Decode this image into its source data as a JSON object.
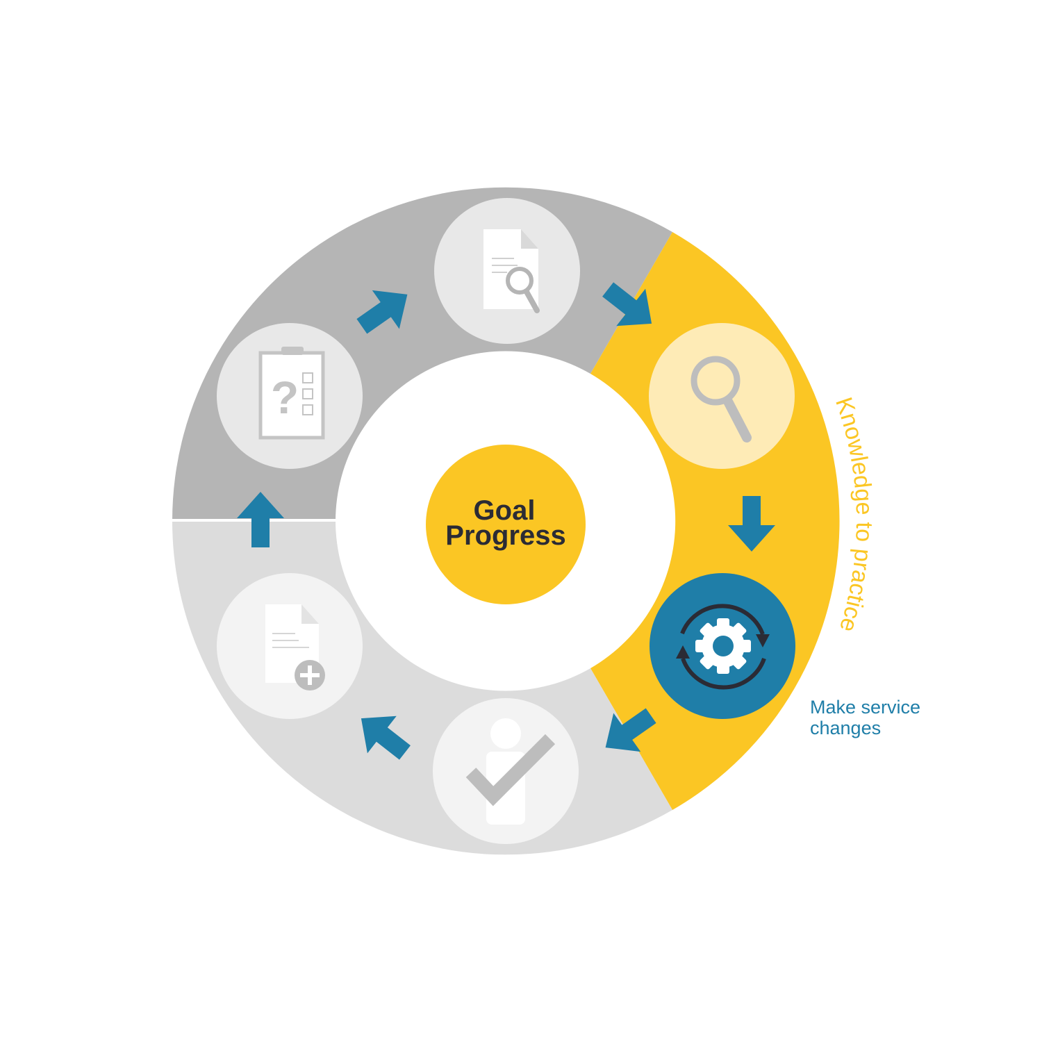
{
  "center": {
    "line1": "Goal",
    "line2": "Progress"
  },
  "arc_label": "Knowledge to practice",
  "step_label": {
    "line1": "Make service",
    "line2": "changes"
  },
  "colors": {
    "yellow": "#fbc624",
    "blue": "#1f7ea8",
    "dark_gray_band": "#b5b5b5",
    "light_gray_band": "#dcdcdc",
    "dark_text": "#2b2b35"
  },
  "steps": [
    {
      "icon": "clipboard-question-icon"
    },
    {
      "icon": "document-search-icon"
    },
    {
      "icon": "magnifier-icon"
    },
    {
      "icon": "gear-cycle-icon"
    },
    {
      "icon": "person-check-icon"
    },
    {
      "icon": "document-add-icon"
    }
  ]
}
